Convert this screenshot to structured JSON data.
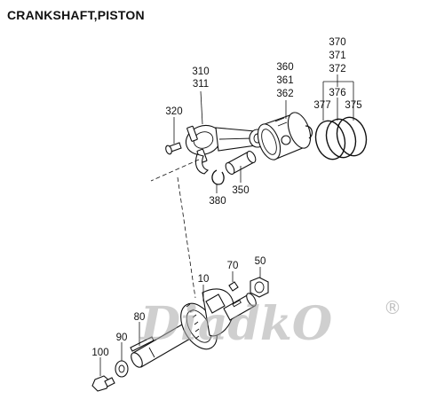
{
  "title": "CRANKSHAFT,PISTON",
  "watermark": {
    "text": "DiadkO",
    "mark": "®"
  },
  "parts": {
    "p10": "10",
    "p50": "50",
    "p70": "70",
    "p80": "80",
    "p90": "90",
    "p100": "100",
    "p310": "310",
    "p311": "311",
    "p320": "320",
    "p350": "350",
    "p360": "360",
    "p361": "361",
    "p362": "362",
    "p370": "370",
    "p371": "371",
    "p372": "372",
    "p375": "375",
    "p376": "376",
    "p377": "377",
    "p380": "380"
  },
  "icons": [
    "crankshaft-icon",
    "connecting-rod-icon",
    "piston-icon",
    "piston-ring-icon",
    "piston-pin-icon",
    "bolt-icon",
    "nut-icon",
    "washer-icon",
    "key-icon"
  ]
}
